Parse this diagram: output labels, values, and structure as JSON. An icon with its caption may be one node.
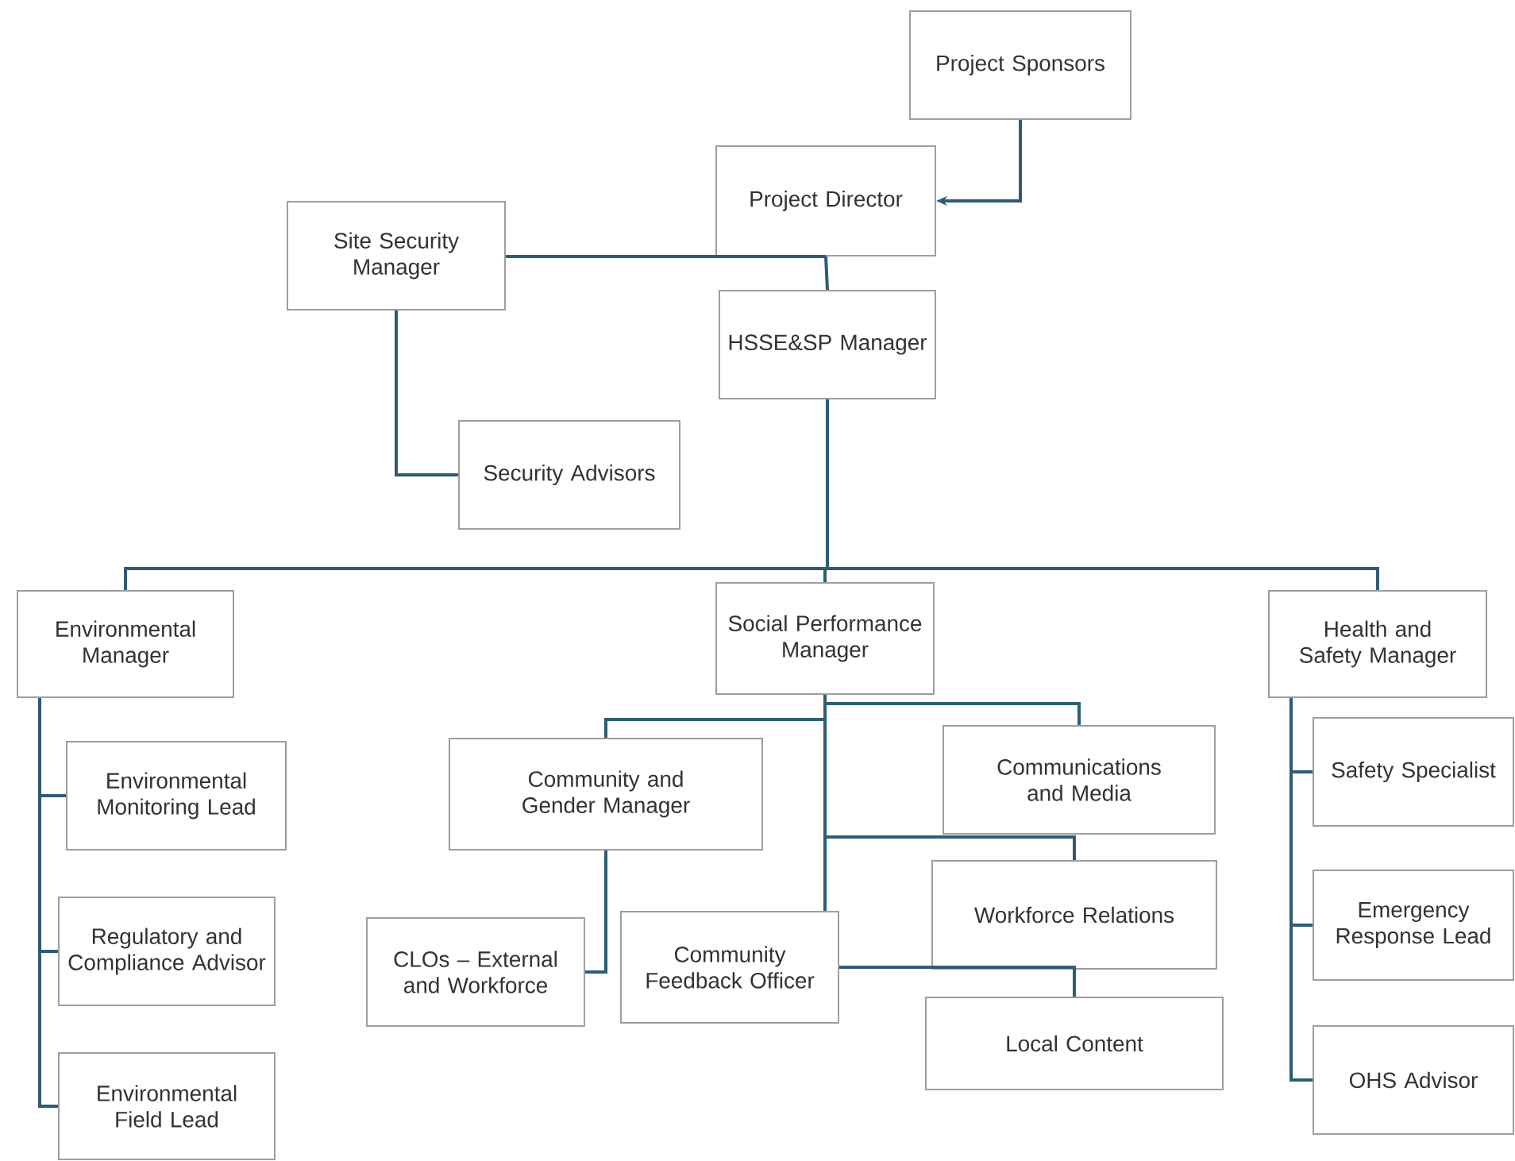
{
  "diagram": {
    "nodes": [
      {
        "text": [
          "Project Sponsors"
        ]
      },
      {
        "text": [
          "Project Director"
        ]
      },
      {
        "text": [
          "Site Security Manager"
        ]
      },
      {
        "text": [
          "HSSE&SP Manager"
        ]
      },
      {
        "text": [
          "Security Advisors"
        ]
      },
      {
        "text": [
          "Environmental Manager"
        ]
      },
      {
        "text": [
          "Social Performance Manager"
        ]
      },
      {
        "text": [
          "Health and Safety Manager"
        ]
      },
      {
        "text": [
          "Environmental Monitoring Lead"
        ]
      },
      {
        "text": [
          "Regulatory and Compliance Advisor"
        ]
      },
      {
        "text": [
          "Environmental Field Lead"
        ]
      },
      {
        "text": [
          "Community and Gender Manager"
        ]
      },
      {
        "text": [
          "Communications and Media"
        ]
      },
      {
        "text": [
          "CLOs – External and Workforce"
        ]
      },
      {
        "text": [
          "Community Feedback Officer"
        ]
      },
      {
        "text": [
          "Workforce Relations"
        ]
      },
      {
        "text": [
          "Local Content"
        ]
      },
      {
        "text": [
          "Safety Specialist"
        ]
      },
      {
        "text": [
          "Emergency Response Lead"
        ]
      },
      {
        "text": [
          "OHS Advisor"
        ]
      }
    ],
    "edges": [
      {
        "from": 0,
        "to": 1,
        "arrow": "to"
      },
      {
        "from": 1,
        "to": 2,
        "arrow": "none"
      },
      {
        "from": 1,
        "to": 3,
        "arrow": "none"
      },
      {
        "from": 2,
        "to": 4,
        "arrow": "none"
      },
      {
        "from": 3,
        "to": 5,
        "arrow": "none"
      },
      {
        "from": 3,
        "to": 6,
        "arrow": "none"
      },
      {
        "from": 3,
        "to": 7,
        "arrow": "none"
      },
      {
        "from": 6,
        "to": 11,
        "arrow": "none"
      },
      {
        "from": 6,
        "to": 12,
        "arrow": "none"
      },
      {
        "from": 6,
        "to": 15,
        "arrow": "none"
      },
      {
        "from": 6,
        "to": 14,
        "arrow": "none"
      },
      {
        "from": 14,
        "to": 16,
        "arrow": "none"
      },
      {
        "from": 11,
        "to": 13,
        "arrow": "none"
      },
      {
        "from": 5,
        "to": 8,
        "arrow": "none"
      },
      {
        "from": 5,
        "to": 9,
        "arrow": "none"
      },
      {
        "from": 5,
        "to": 10,
        "arrow": "none"
      },
      {
        "from": 7,
        "to": 17,
        "arrow": "none"
      },
      {
        "from": 7,
        "to": 18,
        "arrow": "none"
      },
      {
        "from": 7,
        "to": 19,
        "arrow": "none"
      }
    ]
  }
}
